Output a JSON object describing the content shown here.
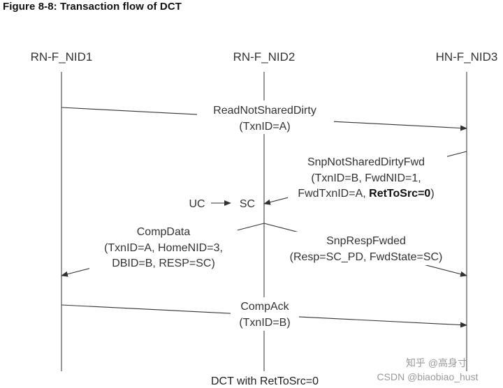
{
  "figure_title": "Figure 8-8: Transaction flow of DCT",
  "nodes": {
    "rn1": "RN-F_NID1",
    "rn2": "RN-F_NID2",
    "hn": "HN-F_NID3"
  },
  "messages": {
    "read": {
      "line1": "ReadNotSharedDirty",
      "line2": "(TxnID=A)"
    },
    "snp": {
      "line1": "SnpNotSharedDirtyFwd",
      "line2": "(TxnID=B, FwdNID=1,",
      "line3_prefix": "FwdTxnID=A, ",
      "line3_bold": "RetToSrc=0",
      "line3_suffix": ")"
    },
    "state": {
      "from": "UC",
      "to": "SC"
    },
    "compdata": {
      "line1": "CompData",
      "line2": "(TxnID=A, HomeNID=3,",
      "line3": "DBID=B, RESP=SC)"
    },
    "snpresp": {
      "line1": "SnpRespFwded",
      "line2": "(Resp=SC_PD, FwdState=SC)"
    },
    "compack": {
      "line1": "CompAck",
      "line2": "(TxnID=B)"
    }
  },
  "caption": "DCT with RetToSrc=0",
  "watermark": "CSDN @biaobiao_hust",
  "watermark_cn": "知乎 @高身寸"
}
